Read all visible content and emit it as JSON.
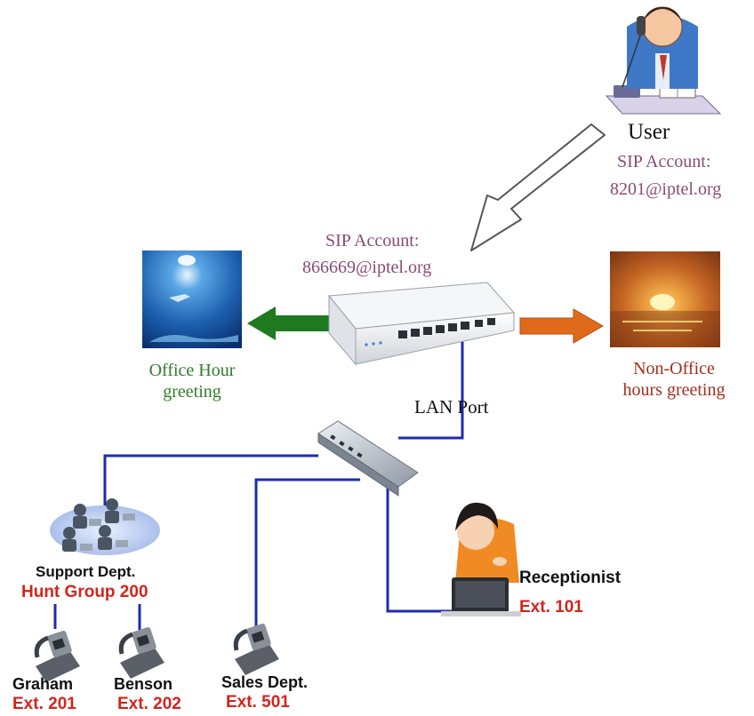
{
  "user": {
    "title": "User",
    "sip_line1": "SIP Account:",
    "sip_line2": "8201@iptel.org"
  },
  "router": {
    "sip_line1": "SIP Account:",
    "sip_line2": "866669@iptel.org",
    "lan_label": "LAN Port"
  },
  "greetings": {
    "office_line1": "Office Hour",
    "office_line2": "greeting",
    "non_office_line1": "Non-Office",
    "non_office_line2": "hours greeting"
  },
  "support": {
    "title": "Support Dept.",
    "hunt_group": "Hunt Group 200"
  },
  "receptionist": {
    "title": "Receptionist",
    "ext": "Ext. 101"
  },
  "phones": [
    {
      "name": "Graham",
      "ext": "Ext. 201"
    },
    {
      "name": "Benson",
      "ext": "Ext. 202"
    },
    {
      "name": "Sales Dept.",
      "ext": "Ext. 501"
    }
  ],
  "colors": {
    "lan_line": "#1f2bb0",
    "office_arrow": "#1f7a1f",
    "non_office_arrow": "#e06a1c",
    "sip_text": "#8a4a73",
    "ext_text": "#d4241c"
  },
  "icons": {
    "user": "person-on-phone-icon",
    "router": "router-icon",
    "switch": "network-switch-icon",
    "support": "call-center-agents-icon",
    "receptionist": "receptionist-icon",
    "phone": "desk-phone-icon"
  }
}
